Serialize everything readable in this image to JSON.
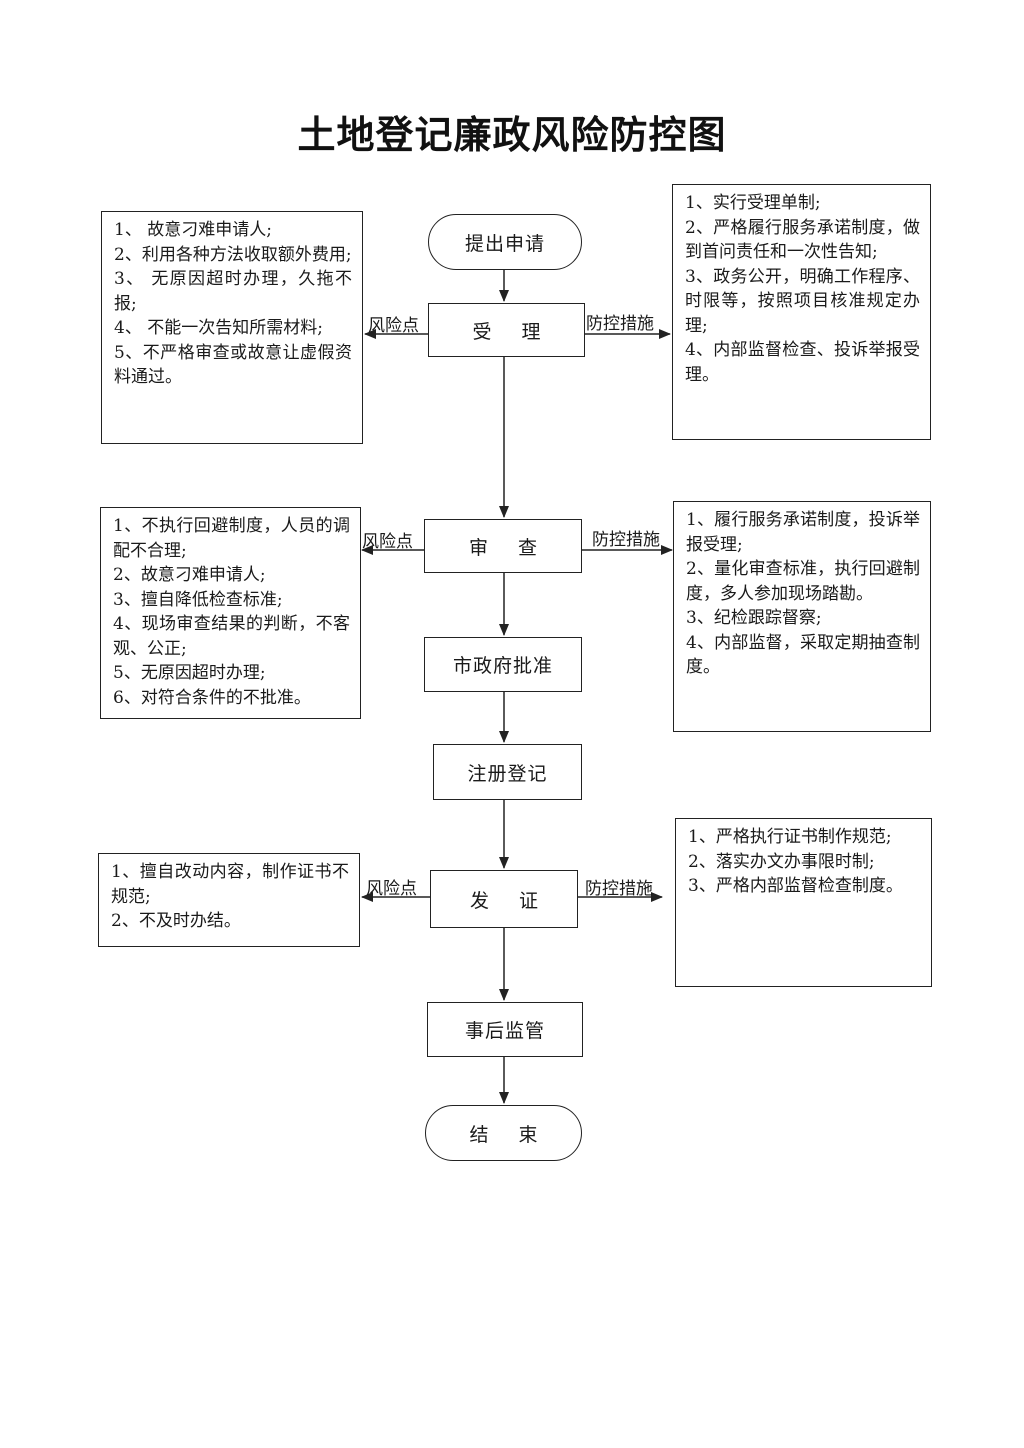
{
  "title": "土地登记廉政风险防控图",
  "nodes": {
    "start": "提出申请",
    "accept": "受 理",
    "review": "审 查",
    "approve": "市政府批准",
    "register": "注册登记",
    "issue": "发 证",
    "supervise": "事后监管",
    "end": "结 束"
  },
  "edge_labels": {
    "risk": "风险点",
    "control": "防控措施"
  },
  "risks": {
    "accept": [
      "1、 故意刁难申请人;",
      "2、利用各种方法收取额外费用;",
      "3、 无原因超时办理，久拖不报;",
      "4、 不能一次告知所需材料;",
      "5、不严格审查或故意让虚假资料通过。"
    ],
    "review": [
      "1、不执行回避制度，人员的调配不合理;",
      "2、故意刁难申请人;",
      "3、擅自降低检查标准;",
      "4、现场审查结果的判断，不客观、公正;",
      "5、无原因超时办理;",
      "6、对符合条件的不批准。"
    ],
    "issue": [
      "1、擅自改动内容，制作证书不规范;",
      "2、不及时办结。"
    ]
  },
  "controls": {
    "accept": [
      "1、实行受理单制;",
      "2、严格履行服务承诺制度，做到首问责任和一次性告知;",
      "3、政务公开，明确工作程序、时限等，按照项目核准规定办理;",
      "4、内部监督检查、投诉举报受理。"
    ],
    "review": [
      "1、履行服务承诺制度，投诉举报受理;",
      "2、量化审查标准，执行回避制度，多人参加现场踏勘。",
      "3、纪检跟踪督察;",
      "4、内部监督，采取定期抽查制度。"
    ],
    "issue": [
      "1、严格执行证书制作规范;",
      "2、落实办文办事限时制;",
      "3、严格内部监督检查制度。"
    ]
  }
}
